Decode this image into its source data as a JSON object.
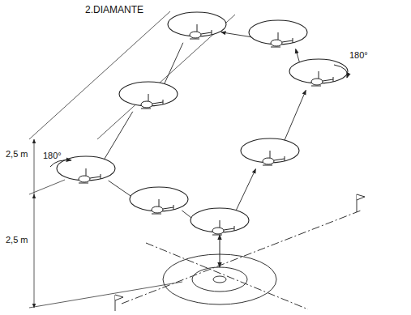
{
  "diagram": {
    "title": "2.DIAMANTE",
    "labels": [
      "180°",
      "180°",
      "2,5 m",
      "2,5 m"
    ]
  }
}
